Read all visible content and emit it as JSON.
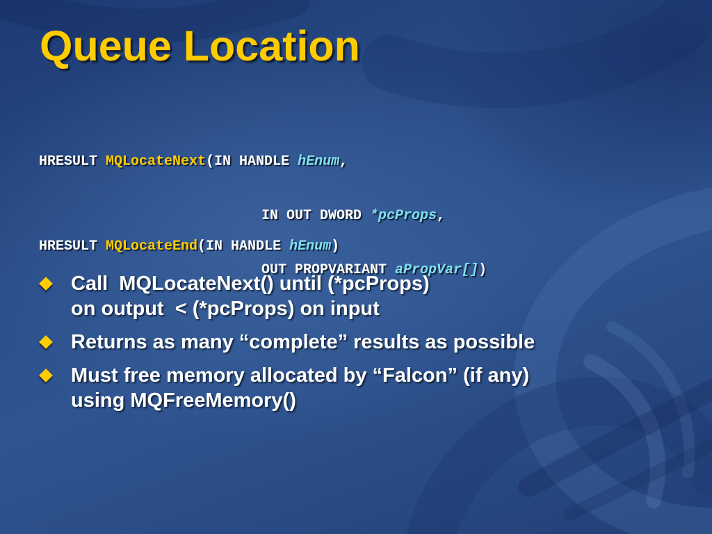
{
  "slide": {
    "title": "Queue Location",
    "colors": {
      "title": "#ffcc00",
      "function_name": "#ffcc00",
      "parameter": "#7fe0f0",
      "text": "#ffffff",
      "bullet": "#ffcc00",
      "background": "#2a4d88"
    },
    "code": {
      "locate_next": {
        "line1": {
          "prefix": "HRESULT ",
          "function": "MQLocateNext",
          "args": "(IN HANDLE ",
          "param": "hEnum",
          "suffix": ","
        },
        "line2": {
          "prefix": "IN OUT DWORD ",
          "param": "*pcProps",
          "suffix": ","
        },
        "line3": {
          "prefix": "OUT PROPVARIANT ",
          "param": "aPropVar[]",
          "suffix": ")"
        }
      },
      "locate_end": {
        "prefix": "HRESULT ",
        "function": "MQLocateEnd",
        "args": "(IN HANDLE ",
        "param": "hEnum",
        "suffix": ")"
      }
    },
    "bullets": [
      {
        "line1": "Call  MQLocateNext() until (*pcProps)",
        "line2": "on output  < (*pcProps) on input"
      },
      {
        "line1": "Returns as many “complete” results as possible"
      },
      {
        "line1": "Must free memory allocated by “Falcon” (if any)",
        "line2": "using MQFreeMemory()"
      }
    ]
  }
}
